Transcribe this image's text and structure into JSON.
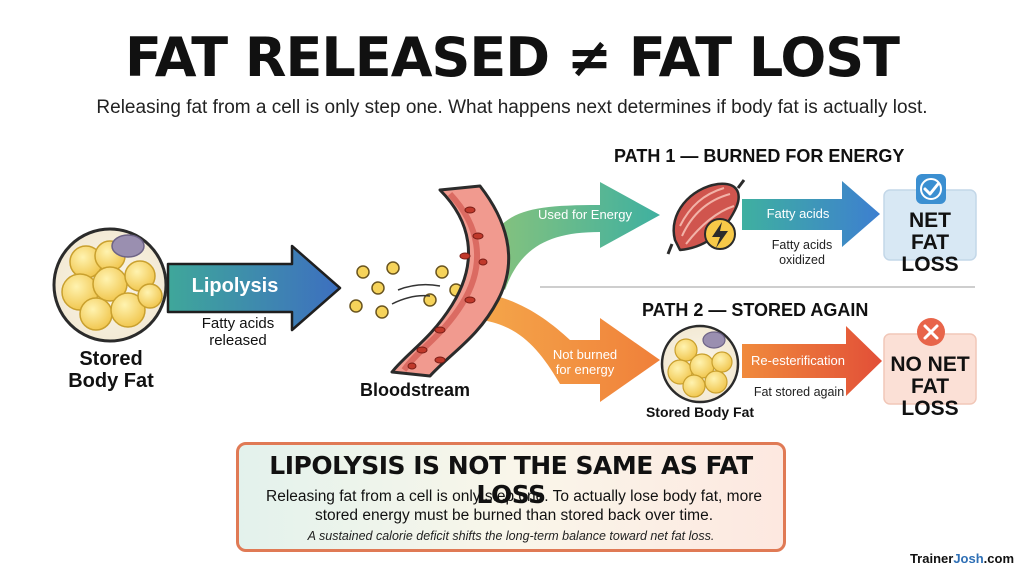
{
  "title": "FAT RELEASED ≠ FAT LOST",
  "subtitle": "Releasing fat from a cell is only step one. What happens next determines if body fat is actually lost.",
  "stored_fat": {
    "label_line1": "Stored",
    "label_line2": "Body Fat"
  },
  "lipolysis": {
    "label": "Lipolysis",
    "caption_line1": "Fatty acids",
    "caption_line2": "released"
  },
  "bloodstream": {
    "label": "Bloodstream"
  },
  "path1": {
    "title": "PATH 1 — BURNED FOR ENERGY",
    "branch_label": "Used for Energy",
    "arrow_label": "Fatty acids",
    "caption_line1": "Fatty acids",
    "caption_line2": "oxidized",
    "result_line1": "NET",
    "result_line2": "FAT LOSS"
  },
  "path2": {
    "title": "PATH 2 — STORED AGAIN",
    "branch_label_line1": "Not burned",
    "branch_label_line2": "for energy",
    "arrow_label": "Re-esterification",
    "caption": "Fat stored again",
    "cell_label": "Stored Body Fat",
    "result_line1": "NO NET",
    "result_line2": "FAT LOSS"
  },
  "summary": {
    "title": "LIPOLYSIS IS NOT THE SAME AS FAT LOSS",
    "body": "Releasing fat from a cell is only step one. To actually lose body fat, more stored energy must be burned than stored back over time.",
    "note": "A sustained calorie deficit shifts the long-term balance toward net fat loss."
  },
  "brand": {
    "prefix": "Trainer",
    "accent": "Josh",
    "suffix": ".com"
  },
  "colors": {
    "teal": "#3fa79a",
    "blue": "#3d84c6",
    "orange": "#f08a3c",
    "red": "#e65a3a",
    "fat_yellow": "#f7d464",
    "vessel": "#e8766f",
    "check_blue": "#3b8fd1",
    "cross_red": "#e8654a"
  },
  "icons": [
    "check-icon",
    "cross-icon",
    "lightning-icon",
    "muscle-icon",
    "fat-cell-icon"
  ]
}
